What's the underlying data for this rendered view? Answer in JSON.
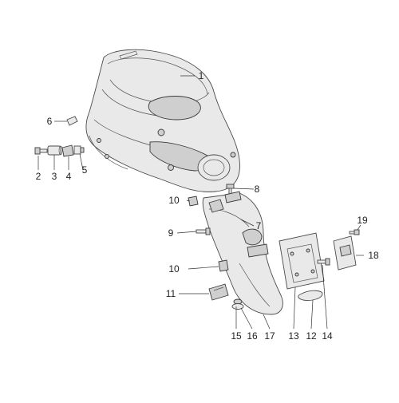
{
  "callouts": [
    {
      "id": "c1",
      "label": "1"
    },
    {
      "id": "c2",
      "label": "2"
    },
    {
      "id": "c3",
      "label": "3"
    },
    {
      "id": "c4",
      "label": "4"
    },
    {
      "id": "c5",
      "label": "5"
    },
    {
      "id": "c6",
      "label": "6"
    },
    {
      "id": "c7",
      "label": "7"
    },
    {
      "id": "c8",
      "label": "8"
    },
    {
      "id": "c9",
      "label": "9"
    },
    {
      "id": "c10a",
      "label": "10"
    },
    {
      "id": "c10b",
      "label": "10"
    },
    {
      "id": "c11",
      "label": "11"
    },
    {
      "id": "c12",
      "label": "12"
    },
    {
      "id": "c13",
      "label": "13"
    },
    {
      "id": "c14",
      "label": "14"
    },
    {
      "id": "c15",
      "label": "15"
    },
    {
      "id": "c16",
      "label": "16"
    },
    {
      "id": "c17",
      "label": "17"
    },
    {
      "id": "c18",
      "label": "18"
    },
    {
      "id": "c19",
      "label": "19"
    }
  ]
}
